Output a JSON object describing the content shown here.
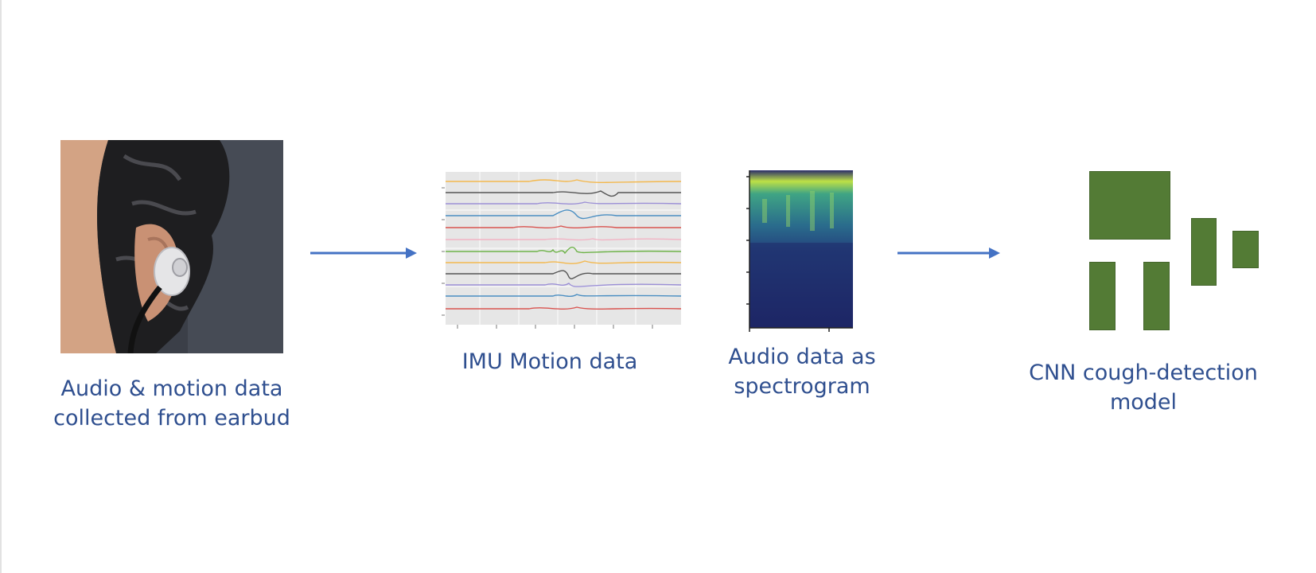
{
  "stages": {
    "earbud": {
      "label_line1": "Audio & motion data",
      "label_line2": "collected from earbud"
    },
    "imu": {
      "label": "IMU Motion data"
    },
    "spectrogram": {
      "label_line1": "Audio data as",
      "label_line2": "spectrogram"
    },
    "cnn": {
      "label_line1": "CNN cough-detection",
      "label_line2": "model"
    }
  },
  "colors": {
    "label_text": "#2f4f8f",
    "arrow": "#4472c4",
    "cnn_block": "#537b35",
    "imu_plot_bg": "#e6e6e6",
    "spectrogram_dark": "#232a6a",
    "spectrogram_bright": "#bde046"
  },
  "imu_trace_colors": [
    "#f3b84e",
    "#555555",
    "#9b8fd6",
    "#4a8ec2",
    "#d9534f",
    "#f2b3c4",
    "#6fb34a",
    "#f3b84e",
    "#555555",
    "#9b8fd6",
    "#4a8ec2",
    "#d9534f"
  ]
}
